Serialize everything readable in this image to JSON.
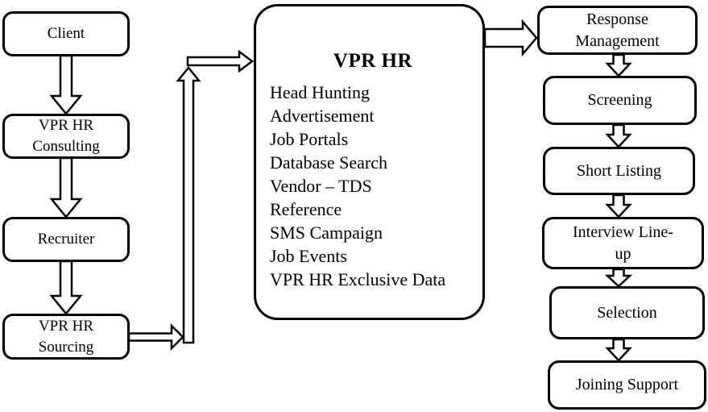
{
  "diagram": {
    "background_color": "#ffffff",
    "line_color": "#000000",
    "left_flow": {
      "boxes": [
        "Client",
        "VPR HR Consulting",
        "Recruiter",
        "VPR HR Sourcing"
      ]
    },
    "center_box": {
      "title": "VPR HR",
      "items": [
        "Head Hunting",
        "Advertisement",
        "Job Portals",
        "Database Search",
        "Vendor – TDS",
        "Reference",
        "SMS Campaign",
        "Job Events",
        "VPR HR Exclusive Data"
      ]
    },
    "right_flow": {
      "boxes": [
        "Response Management",
        "Screening",
        "Short Listing",
        "Interview Line-up",
        "Selection",
        "Joining Support"
      ]
    }
  }
}
